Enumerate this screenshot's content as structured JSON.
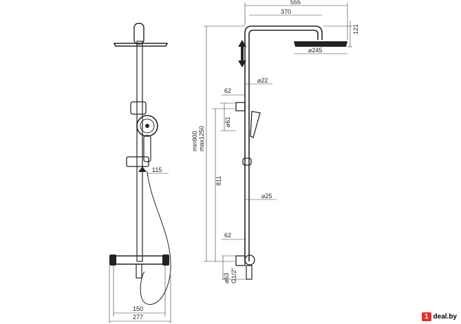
{
  "front_view": {
    "dim_hand_shower_offset": "115",
    "dim_body_width": "150",
    "dim_total_width": "277"
  },
  "side_view": {
    "dim_projection_total": "555",
    "dim_arm_length": "370",
    "dim_head_height": "121",
    "dim_head_diameter": "⌀245",
    "dim_tube_upper": "⌀22",
    "dim_tube_lower": "⌀25",
    "dim_bracket_upper": "62",
    "dim_bracket_lower": "62",
    "dim_holder": "⌀61",
    "dim_height_range_min": "min900",
    "dim_height_range_max": "max1250",
    "dim_rail_height": "811",
    "dim_connector": "⌀63",
    "dim_thread": "G1/2\""
  },
  "watermark": {
    "brand_mark": "1",
    "site": "deal.by"
  }
}
